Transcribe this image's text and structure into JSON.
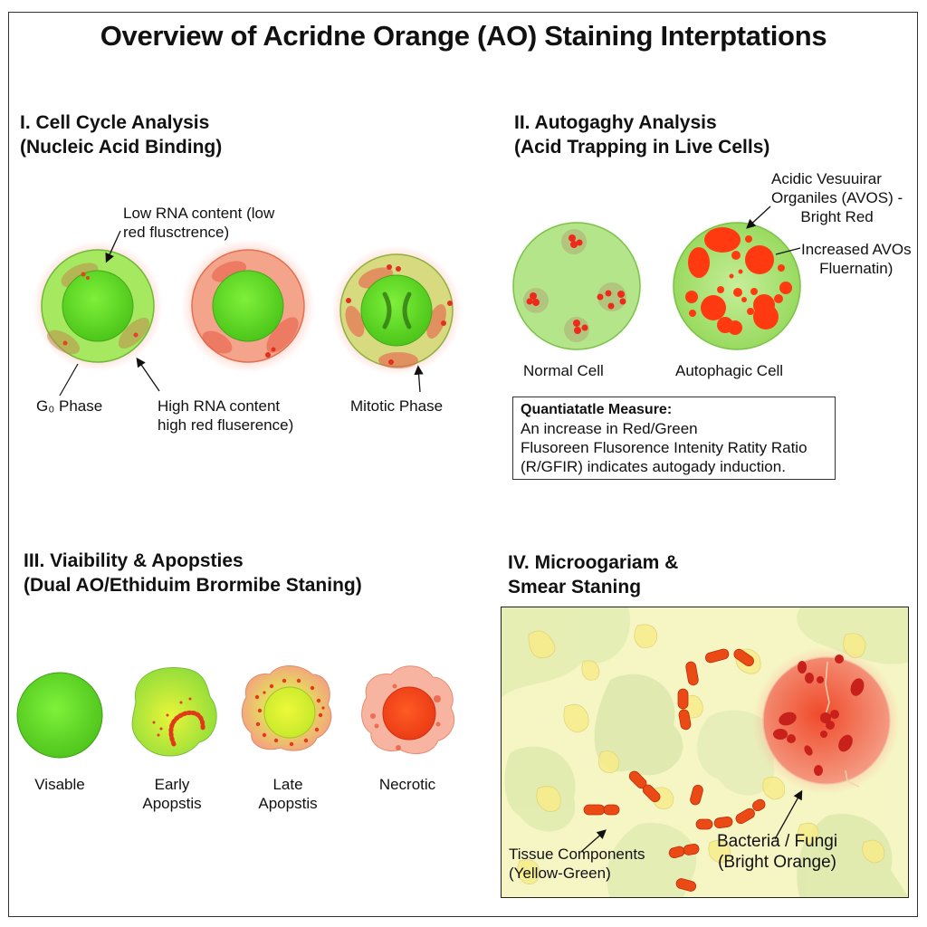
{
  "title": "Overview of Acridne Orange (AO) Staining Interptations",
  "sections": {
    "cell_cycle": {
      "heading_line1": "I. Cell Cycle Analysis",
      "heading_line2": "(Nucleic Acid Binding)",
      "annotation_low_rna_line1": "Low RNA content (low",
      "annotation_low_rna_line2": "red flusctrence)",
      "annotation_high_rna_line1": "High RNA content",
      "annotation_high_rna_line2": "high red fluserence)",
      "cells": [
        {
          "label": "G₀ Phase",
          "color": "#8fe04a"
        },
        {
          "label": "",
          "color": "#f49a7a"
        },
        {
          "label": "Mitotic Phase",
          "color": "#d9d87a"
        }
      ]
    },
    "autophagy": {
      "heading_line1": "II. Autogaghy Analysis",
      "heading_line2": "(Acid Trapping in Live Cells)",
      "annotation_avos_line1": "Acidic Vesuuirar",
      "annotation_avos_line2": "Organiles (AVOS) -",
      "annotation_avos_line3": "Bright Red",
      "annotation_increased_line1": "Increased AVOs",
      "annotation_increased_line2": "Fluernatin)",
      "cells": [
        {
          "label": "Normal Cell"
        },
        {
          "label": "Autophagic Cell"
        }
      ],
      "measure_box": {
        "heading": "Quantiatatle Measure:",
        "line1": "An increase in Red/Green",
        "line2": "Flusoreen Flusorence Intenity Ratity Ratio",
        "line3": "(R/GFIR) indicates autogady induction."
      }
    },
    "viability": {
      "heading_line1": "III. Viaibility & Apopsties",
      "heading_line2": "(Dual AO/Ethiduim Brormibe Staning)",
      "cells": [
        {
          "label_line1": "Visable",
          "label_line2": ""
        },
        {
          "label_line1": "Early",
          "label_line2": "Apopstis"
        },
        {
          "label_line1": "Late",
          "label_line2": "Apopstis"
        },
        {
          "label_line1": "Necrotic",
          "label_line2": ""
        }
      ]
    },
    "smear": {
      "heading_line1": "IV. Microogariam &",
      "heading_line2": "Smear Staning",
      "annotation_tissue_line1": "Tissue Components",
      "annotation_tissue_line2": "(Yellow-Green)",
      "annotation_bacteria_line1": "Bacteria / Fungi",
      "annotation_bacteria_line2": "(Bright Orange)"
    }
  },
  "colors": {
    "green": "#6fdc2a",
    "red_orange": "#f04a1c",
    "bacteria": "#e8471a",
    "tissue": "#eef0a8"
  }
}
